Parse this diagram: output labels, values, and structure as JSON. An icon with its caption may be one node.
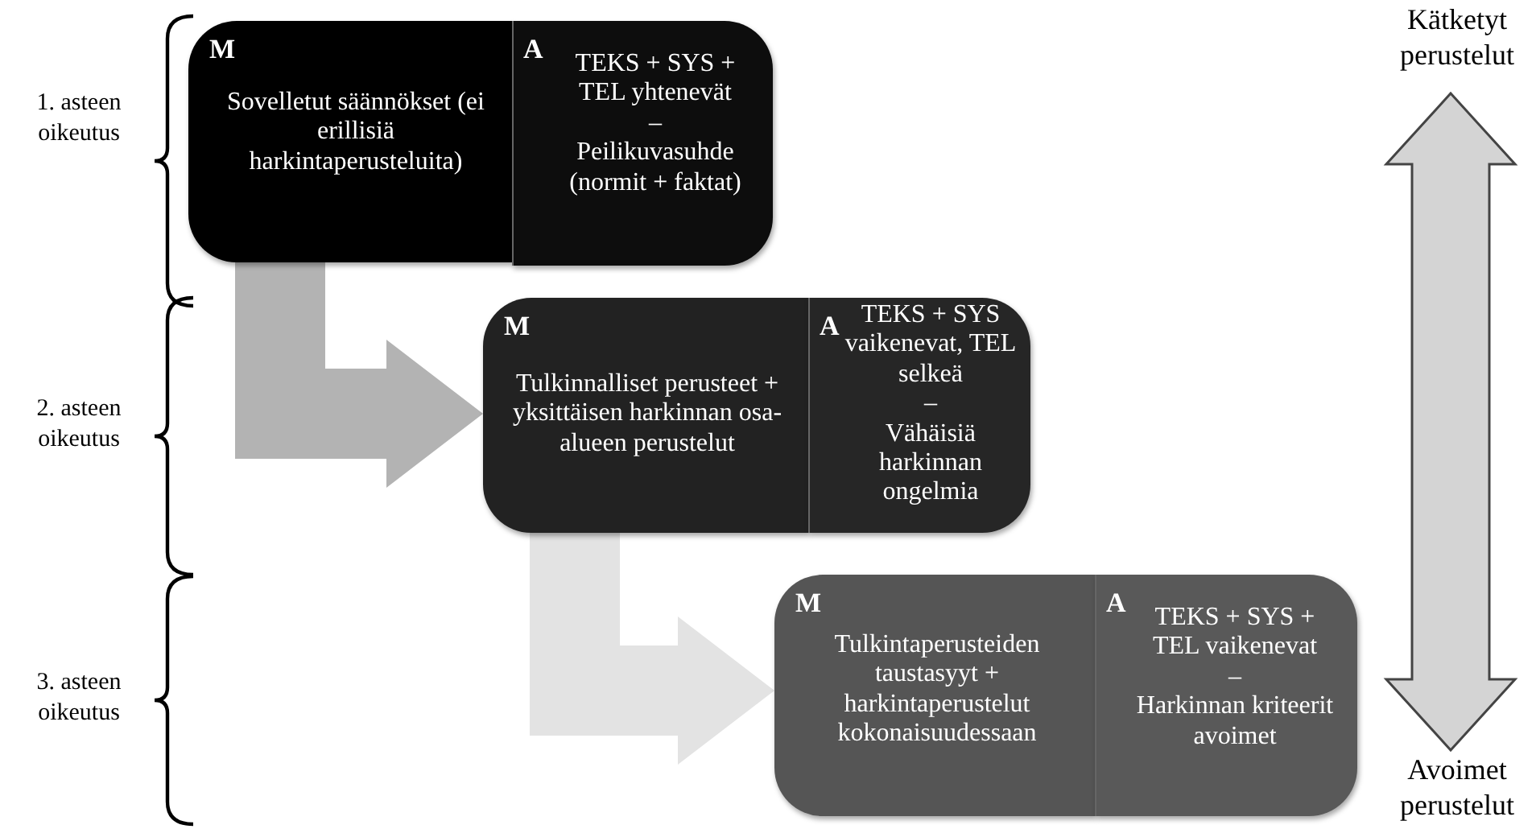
{
  "diagram": {
    "nodes": [
      {
        "text": [
          "M",
          "Sovelletut säännökset (ei erillisiä harkintaperusteluita)"
        ]
      },
      {
        "text": [
          "A",
          "TEKS + SYS + TEL yhtenevät",
          "–",
          "Peilikuvasuhde (normit + faktat)"
        ]
      },
      {
        "text": [
          "M",
          "Tulkinnalliset perusteet + yksittäisen harkinnan osa-alueen perustelut"
        ]
      },
      {
        "text": [
          "A",
          "TEKS + SYS vaikenevat, TEL selkeä",
          "–",
          "Vähäisiä harkinnan ongelmia"
        ]
      },
      {
        "text": [
          "M",
          "Tulkintaperusteiden taustasyyt + harkintaperustelut kokonaisuudessaan"
        ]
      },
      {
        "text": [
          "A",
          "TEKS + SYS + TEL vaikenevat",
          "–",
          "Harkinnan kriteerit avoimet"
        ]
      },
      {
        "text": [
          "Kätketyt perustelut"
        ]
      },
      {
        "text": [
          "Avoimet perustelut"
        ]
      }
    ],
    "edges": [
      {
        "from": 0,
        "to": 2,
        "arrow": "to",
        "style": "thick",
        "color": "#b3b3b3"
      },
      {
        "from": 2,
        "to": 4,
        "arrow": "to",
        "style": "thick",
        "color": "#e3e3e3"
      },
      {
        "from": 6,
        "to": 7,
        "arrow": "both",
        "style": "thick",
        "color": "#d4d4d4"
      }
    ],
    "labels": [
      "1. asteen oikeutus",
      "2. asteen oikeutus",
      "3. asteen oikeutus"
    ]
  }
}
